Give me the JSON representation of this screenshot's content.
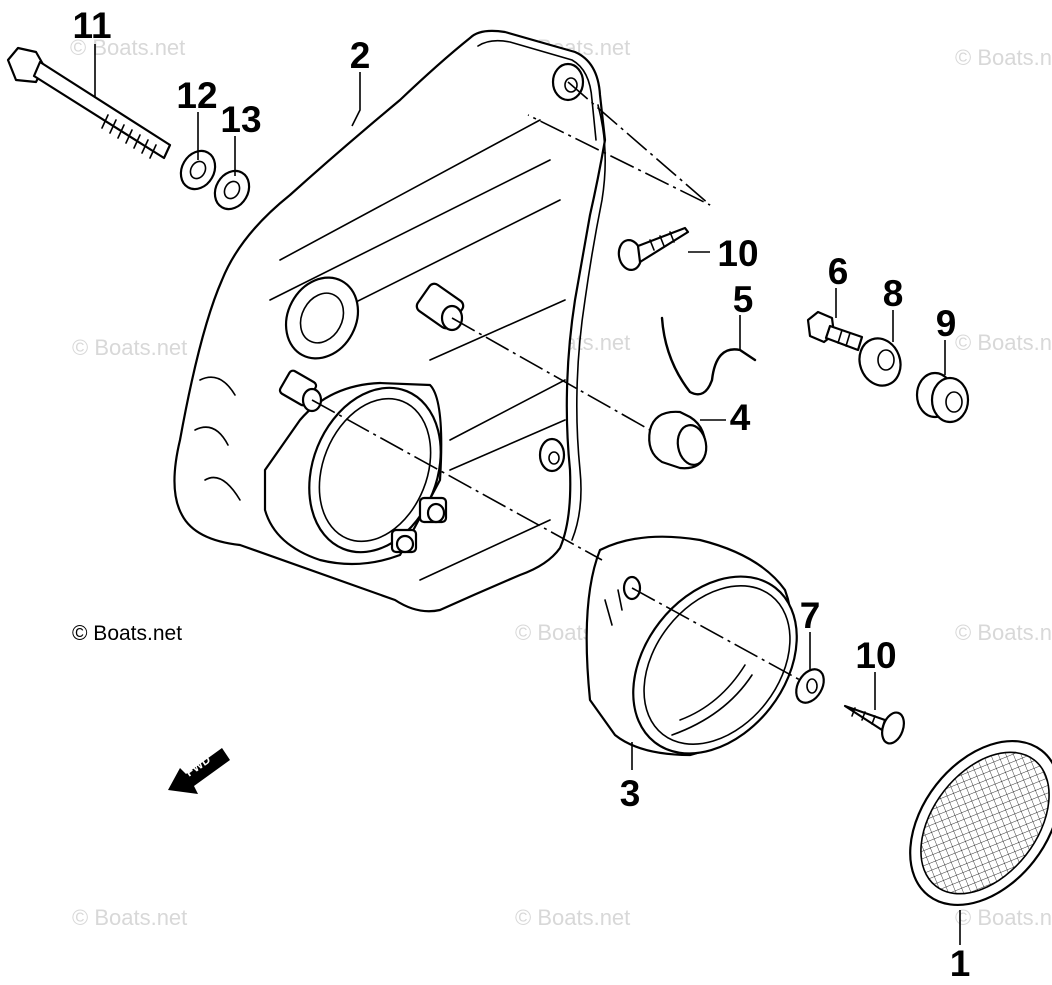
{
  "diagram": {
    "watermark_text": "© Boats.net",
    "copyright_text": "© Boats.net",
    "direction_label": "FWD",
    "callouts": {
      "p1": "1",
      "p2": "2",
      "p3": "3",
      "p4": "4",
      "p5": "5",
      "p6": "6",
      "p7": "7",
      "p8": "8",
      "p9": "9",
      "p10a": "10",
      "p10b": "10",
      "p11": "11",
      "p12": "12",
      "p13": "13"
    }
  }
}
